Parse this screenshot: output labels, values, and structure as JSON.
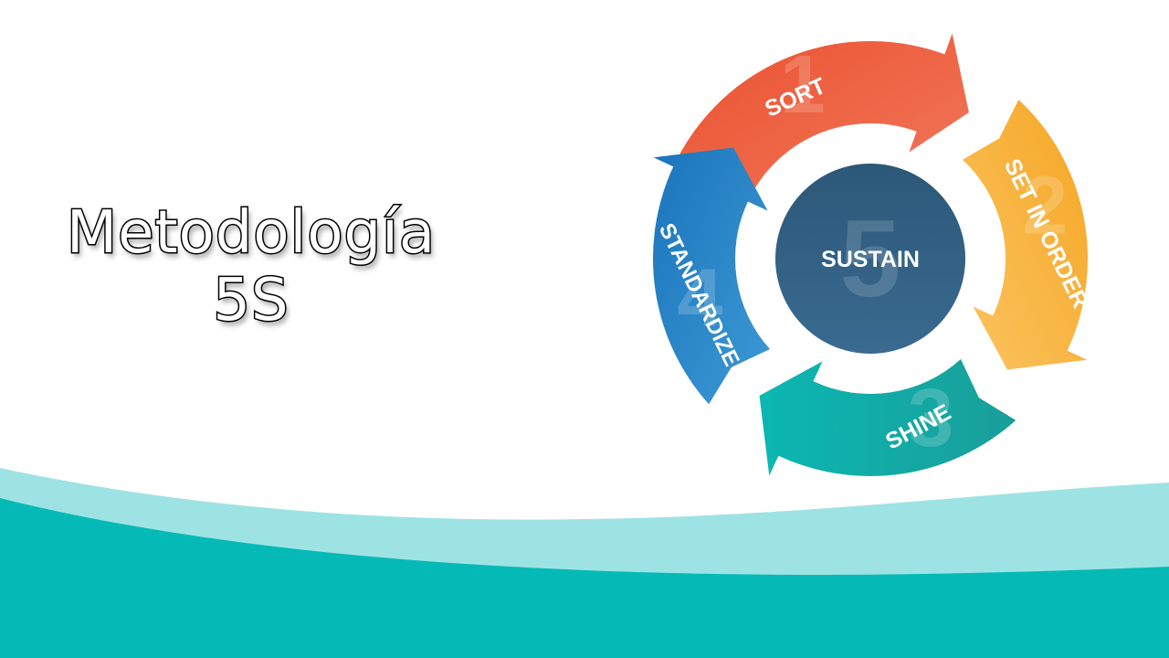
{
  "slide": {
    "title_line1": "Metodología",
    "title_line2": "5S"
  },
  "diagram": {
    "center": {
      "label": "SUSTAIN",
      "number": "5",
      "color": "#2f5b7f"
    },
    "steps": [
      {
        "number": "1",
        "label": "SORT",
        "color_start": "#e9502f",
        "color_end": "#f27a5c"
      },
      {
        "number": "2",
        "label": "SET IN ORDER",
        "color_start": "#f5a623",
        "color_end": "#fbc462"
      },
      {
        "number": "3",
        "label": "SHINE",
        "color_start": "#0bb7b2",
        "color_end": "#1a9e9a"
      },
      {
        "number": "4",
        "label": "STANDARDIZE",
        "color_start": "#1b74bd",
        "color_end": "#3d9ad3"
      }
    ]
  },
  "colors": {
    "wave_light": "#9ee3e3",
    "wave_dark": "#05bab6",
    "background": "#ffffff"
  }
}
